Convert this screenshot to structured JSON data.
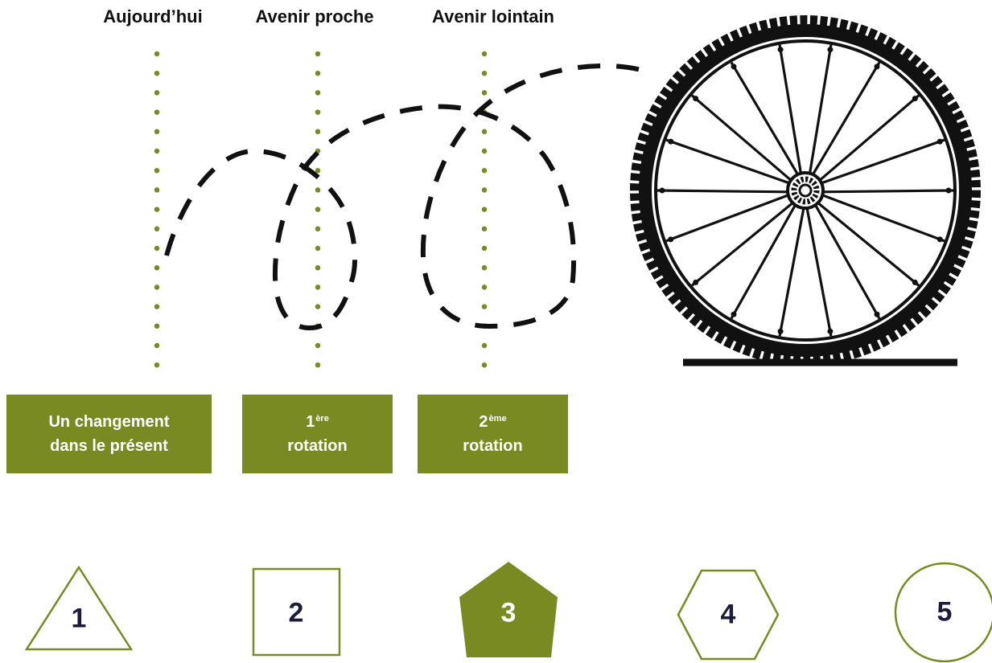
{
  "headings": {
    "today": "Aujourd’hui",
    "near_future": "Avenir proche",
    "far_future": "Avenir lointain"
  },
  "boxes": {
    "present_change": {
      "line1": "Un changement",
      "line2": "dans le présent"
    },
    "first_rotation": {
      "number": "1",
      "ordinal_suffix": "ère",
      "label": "rotation"
    },
    "second_rotation": {
      "number": "2",
      "ordinal_suffix": "ème",
      "label": "rotation"
    }
  },
  "shapes": {
    "triangle": "1",
    "square": "2",
    "pentagon": "3",
    "hexagon": "4",
    "circle": "5"
  },
  "colors": {
    "accent_green": "#7a8a22",
    "dot_green": "#7a8a22",
    "number_dark": "#1c1c3a",
    "number_on_fill": "#ffffff",
    "line_black": "#111111"
  },
  "icons": {
    "wheel": "bicycle-wheel-icon"
  }
}
